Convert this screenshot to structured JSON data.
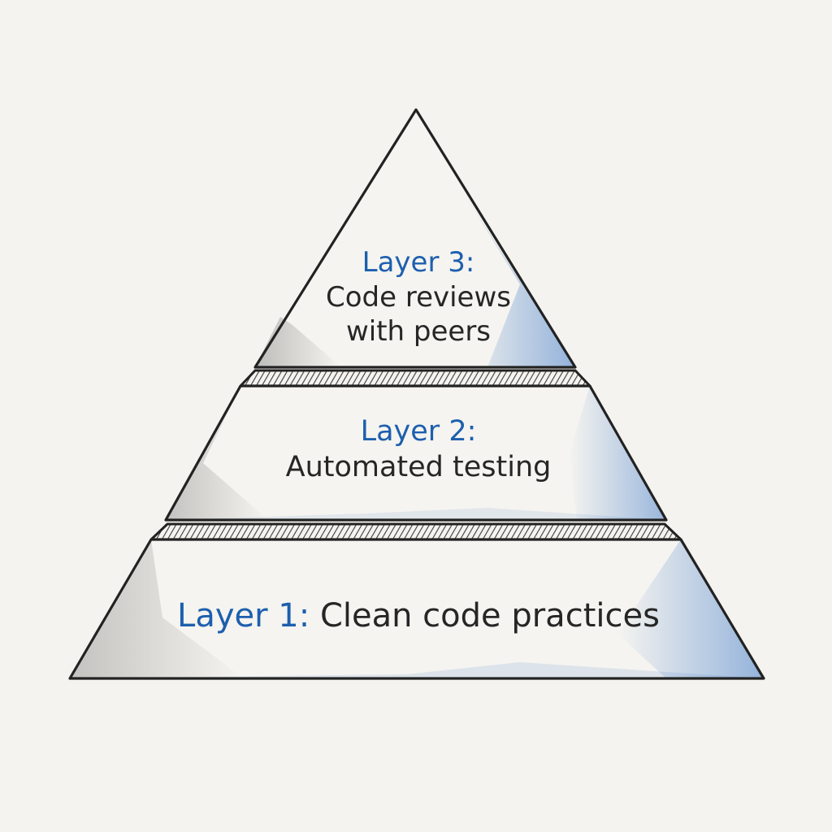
{
  "layers": [
    {
      "tag": "Layer 3:",
      "lines": [
        "Code reviews",
        "with peers"
      ]
    },
    {
      "tag": "Layer 2:",
      "lines": [
        "Automated testing"
      ]
    },
    {
      "tag": "Layer 1:",
      "lines": [
        "Clean code practices"
      ]
    }
  ],
  "colors": {
    "background": "#f4f3ef",
    "outline": "#222222",
    "tag_text": "#1d5fae",
    "body_text": "#262626",
    "blue_shading": "#2f6fc4",
    "gray_shading": "#6a6a6a"
  }
}
